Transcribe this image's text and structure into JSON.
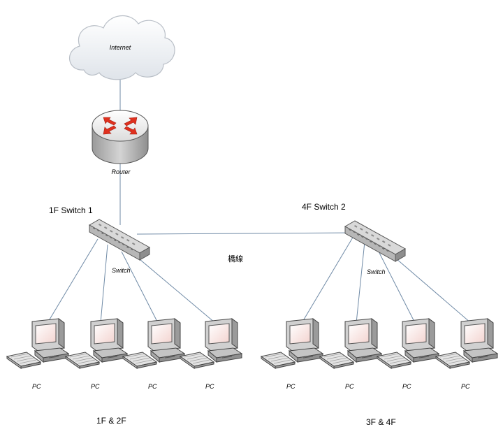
{
  "internet": {
    "label": "Internet"
  },
  "router": {
    "label": "Router"
  },
  "switches": [
    {
      "title": "1F Switch 1",
      "label": "Switch"
    },
    {
      "title": "4F Switch 2",
      "label": "Switch"
    }
  ],
  "bridge": {
    "label": "橋線"
  },
  "groups": [
    {
      "label": "1F & 2F",
      "pcs": [
        {
          "label": "PC"
        },
        {
          "label": "PC"
        },
        {
          "label": "PC"
        },
        {
          "label": "PC"
        }
      ]
    },
    {
      "label": "3F & 4F",
      "pcs": [
        {
          "label": "PC"
        },
        {
          "label": "PC"
        },
        {
          "label": "PC"
        },
        {
          "label": "PC"
        }
      ]
    }
  ],
  "colors": {
    "cloud_fill": "#eef1f5",
    "router_red": "#e0301e",
    "link": "#6f8aa6",
    "device_grey": "#c9c9c9"
  }
}
